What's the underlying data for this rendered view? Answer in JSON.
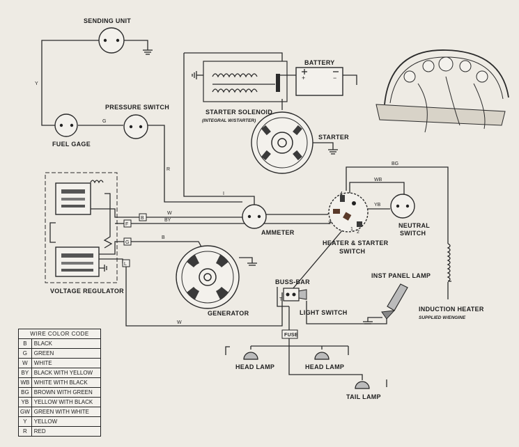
{
  "labels": {
    "sending_unit": "SENDING UNIT",
    "pressure_switch": "PRESSURE SWITCH",
    "fuel_gage": "FUEL GAGE",
    "battery": "BATTERY",
    "starter_solenoid": "STARTER SOLENOID",
    "starter_solenoid_note": "(INTEGRAL W/STARTER)",
    "starter": "STARTER",
    "voltage_regulator": "VOLTAGE REGULATOR",
    "ammeter": "AMMETER",
    "generator": "GENERATOR",
    "heater_starter_switch_line1": "HEATER & STARTER",
    "heater_starter_switch_line2": "SWITCH",
    "neutral_switch_line1": "NEUTRAL",
    "neutral_switch_line2": "SWITCH",
    "inst_panel_lamp": "INST PANEL LAMP",
    "buss_bar": "BUSS-BAR",
    "light_switch": "LIGHT SWITCH",
    "fuse": "FUSE",
    "induction_heater": "INDUCTION HEATER",
    "induction_heater_note": "SUPPLIED W/ENGINE",
    "head_lamp_left": "HEAD LAMP",
    "head_lamp_right": "HEAD LAMP",
    "tail_lamp": "TAIL LAMP"
  },
  "wire_tags": {
    "y": "Y",
    "g": "G",
    "r": "R",
    "w_top": "W",
    "by": "BY",
    "b_gen": "B",
    "w_bottom": "W",
    "bg": "BG",
    "wb": "WB",
    "yb": "YB",
    "i": "I",
    "term_b": "B",
    "term_f": "F",
    "term_g": "G",
    "term_l": "L",
    "plus": "+",
    "minus": "−",
    "switch_t": "T",
    "switch_4": "4",
    "switch_3": "3",
    "switch_1": "1",
    "switch_2": "2"
  },
  "legend": {
    "title": "WIRE COLOR CODE",
    "rows": [
      {
        "code": "B",
        "name": "BLACK"
      },
      {
        "code": "G",
        "name": "GREEN"
      },
      {
        "code": "W",
        "name": "WHITE"
      },
      {
        "code": "BY",
        "name": "BLACK WITH YELLOW"
      },
      {
        "code": "WB",
        "name": "WHITE WITH BLACK"
      },
      {
        "code": "BG",
        "name": "BROWN WITH GREEN"
      },
      {
        "code": "YB",
        "name": "YELLOW WITH BLACK"
      },
      {
        "code": "GW",
        "name": "GREEN WITH WHITE"
      },
      {
        "code": "Y",
        "name": "YELLOW"
      },
      {
        "code": "R",
        "name": "RED"
      }
    ]
  }
}
